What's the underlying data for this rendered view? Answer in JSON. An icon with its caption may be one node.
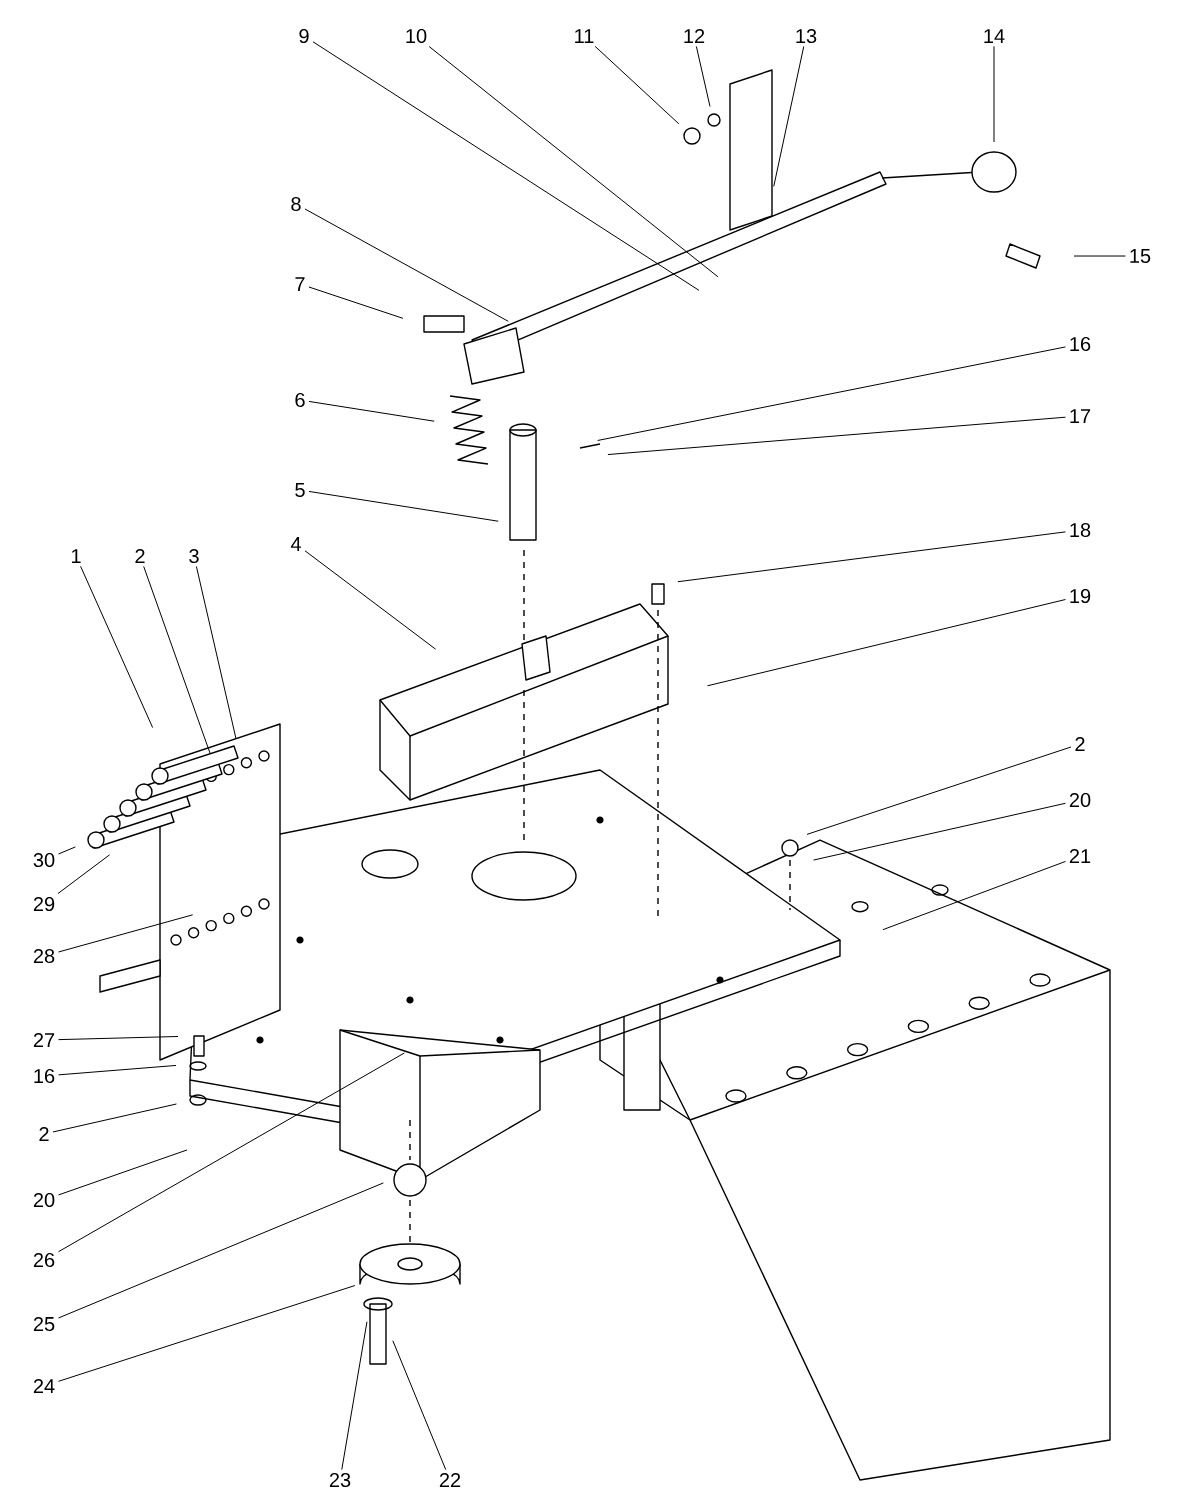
{
  "diagram": {
    "nodes": [
      {
        "text": [
          "9"
        ]
      },
      {
        "text": [
          "10"
        ]
      },
      {
        "text": [
          "11"
        ]
      },
      {
        "text": [
          "12"
        ]
      },
      {
        "text": [
          "13"
        ]
      },
      {
        "text": [
          "14"
        ]
      },
      {
        "text": [
          "8"
        ]
      },
      {
        "text": [
          "15"
        ]
      },
      {
        "text": [
          "7"
        ]
      },
      {
        "text": [
          "16"
        ]
      },
      {
        "text": [
          "6"
        ]
      },
      {
        "text": [
          "17"
        ]
      },
      {
        "text": [
          "5"
        ]
      },
      {
        "text": [
          "18"
        ]
      },
      {
        "text": [
          "4"
        ]
      },
      {
        "text": [
          "1"
        ]
      },
      {
        "text": [
          "2"
        ]
      },
      {
        "text": [
          "3"
        ]
      },
      {
        "text": [
          "19"
        ]
      },
      {
        "text": [
          "2"
        ]
      },
      {
        "text": [
          "20"
        ]
      },
      {
        "text": [
          "30"
        ]
      },
      {
        "text": [
          "21"
        ]
      },
      {
        "text": [
          "29"
        ]
      },
      {
        "text": [
          "28"
        ]
      },
      {
        "text": [
          "27"
        ]
      },
      {
        "text": [
          "16"
        ]
      },
      {
        "text": [
          "2"
        ]
      },
      {
        "text": [
          "20"
        ]
      },
      {
        "text": [
          "26"
        ]
      },
      {
        "text": [
          "25"
        ]
      },
      {
        "text": [
          "24"
        ]
      },
      {
        "text": [
          "23"
        ]
      },
      {
        "text": [
          "22"
        ]
      }
    ],
    "edges": [
      {
        "from": 0,
        "to": null,
        "arrow": "none"
      },
      {
        "from": 1,
        "to": null,
        "arrow": "none"
      },
      {
        "from": 2,
        "to": null,
        "arrow": "none"
      },
      {
        "from": 3,
        "to": null,
        "arrow": "none"
      },
      {
        "from": 4,
        "to": null,
        "arrow": "none"
      },
      {
        "from": 5,
        "to": null,
        "arrow": "none"
      },
      {
        "from": 6,
        "to": null,
        "arrow": "none"
      },
      {
        "from": 7,
        "to": null,
        "arrow": "none"
      },
      {
        "from": 8,
        "to": null,
        "arrow": "none"
      },
      {
        "from": 9,
        "to": null,
        "arrow": "none"
      },
      {
        "from": 10,
        "to": null,
        "arrow": "none"
      },
      {
        "from": 11,
        "to": null,
        "arrow": "none"
      },
      {
        "from": 12,
        "to": null,
        "arrow": "none"
      },
      {
        "from": 13,
        "to": null,
        "arrow": "none"
      },
      {
        "from": 14,
        "to": null,
        "arrow": "none"
      },
      {
        "from": 15,
        "to": null,
        "arrow": "none"
      },
      {
        "from": 16,
        "to": null,
        "arrow": "none"
      },
      {
        "from": 17,
        "to": null,
        "arrow": "none"
      },
      {
        "from": 18,
        "to": null,
        "arrow": "none"
      },
      {
        "from": 19,
        "to": null,
        "arrow": "none"
      },
      {
        "from": 20,
        "to": null,
        "arrow": "none"
      },
      {
        "from": 21,
        "to": null,
        "arrow": "none"
      },
      {
        "from": 22,
        "to": null,
        "arrow": "none"
      },
      {
        "from": 23,
        "to": null,
        "arrow": "none"
      },
      {
        "from": 24,
        "to": null,
        "arrow": "none"
      },
      {
        "from": 25,
        "to": null,
        "arrow": "none"
      },
      {
        "from": 26,
        "to": null,
        "arrow": "none"
      },
      {
        "from": 27,
        "to": null,
        "arrow": "none"
      },
      {
        "from": 28,
        "to": null,
        "arrow": "none"
      },
      {
        "from": 29,
        "to": null,
        "arrow": "none"
      },
      {
        "from": 30,
        "to": null,
        "arrow": "none"
      },
      {
        "from": 31,
        "to": null,
        "arrow": "none"
      },
      {
        "from": 32,
        "to": null,
        "arrow": "none"
      },
      {
        "from": 33,
        "to": null,
        "arrow": "none"
      }
    ]
  }
}
